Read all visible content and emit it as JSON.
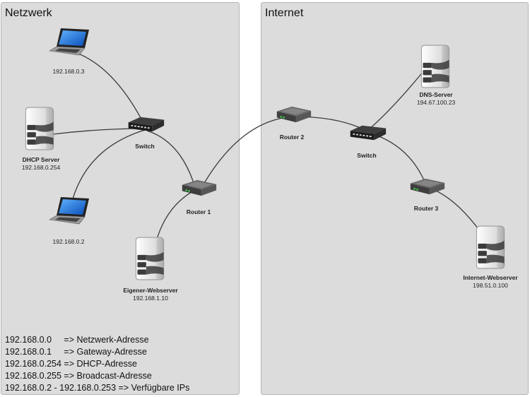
{
  "panels": {
    "left_title": "Netzwerk",
    "right_title": "Internet"
  },
  "nodes": {
    "laptop_top": {
      "name": "",
      "ip": "192.168.0.3"
    },
    "dhcp": {
      "name": "DHCP Server",
      "ip": "192.168.0.254"
    },
    "laptop_bottom": {
      "name": "",
      "ip": "192.168.0.2"
    },
    "switch_left": {
      "name": "Switch",
      "ip": ""
    },
    "router1": {
      "name": "Router 1",
      "ip": ""
    },
    "own_web": {
      "name": "Eigener-Webserver",
      "ip": "192.168.1.10"
    },
    "router2": {
      "name": "Router 2",
      "ip": ""
    },
    "switch_right": {
      "name": "Switch",
      "ip": ""
    },
    "dns": {
      "name": "DNS-Server",
      "ip": "194.67.100.23"
    },
    "router3": {
      "name": "Router 3",
      "ip": ""
    },
    "inet_web": {
      "name": "Internet-Webserver",
      "ip": "198.51.0.100"
    }
  },
  "legend": [
    "192.168.0.0     => Netzwerk-Adresse",
    "192.168.0.1     => Gateway-Adresse",
    "192.168.0.254 => DHCP-Adresse",
    "192.168.0.255 => Broadcast-Adresse",
    "192.168.0.2 - 192.168.0.253 => Verfügbare IPs"
  ],
  "colors": {
    "panel": "#dcdcdc",
    "link": "#3a3a3a",
    "screen": "#1e6fd9",
    "device_dark": "#2a2a2a",
    "server_light": "#f2f2f2"
  }
}
